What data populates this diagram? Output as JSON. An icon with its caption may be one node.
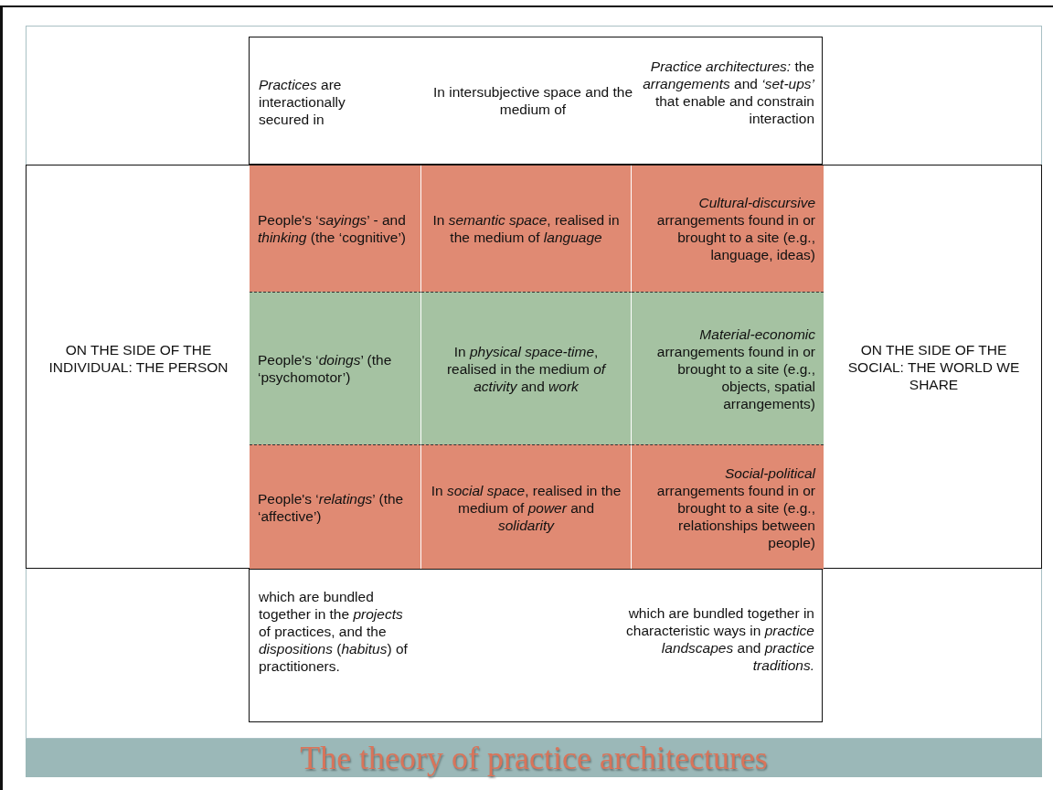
{
  "diagram": {
    "title": "The theory of practice architectures",
    "nodes": [
      {
        "text": [
          "*Practices* are interactionally secured in",
          "In intersubjective space and the medium of",
          "*Practice architectures:* the *arrangements* and *‘set-ups’* that enable and constrain interaction"
        ]
      },
      {
        "text": [
          "ON THE SIDE OF THE INDIVIDUAL: THE PERSON",
          "ON THE SIDE OF THE SOCIAL: THE WORLD WE SHARE"
        ]
      },
      {
        "text": [
          "People's ‘*sayings*’ - and *thinking* (the ‘cognitive’)"
        ],
        "in": 1
      },
      {
        "text": [
          "In *semantic space*, realised in the medium of *language*"
        ],
        "in": 1
      },
      {
        "text": [
          "*Cultural-discursive* arrangements found in or brought to a site (e.g., language, ideas)"
        ],
        "in": 1
      },
      {
        "text": [
          "People's ‘*doings*’ (the ‘psychomotor’)"
        ],
        "in": 1
      },
      {
        "text": [
          "In *physical space-time*, realised in the medium *of activity* and *work*"
        ],
        "in": 1
      },
      {
        "text": [
          "*Material-economic* arrangements found in or brought to a site (e.g., objects, spatial arrangements)"
        ],
        "in": 1
      },
      {
        "text": [
          "People's ‘*relatings*’ (the ‘affective’)"
        ],
        "in": 1
      },
      {
        "text": [
          "In *social space*, realised in the medium of *power* and *solidarity*"
        ],
        "in": 1
      },
      {
        "text": [
          "*Social-political* arrangements found in or brought to a site (e.g., relationships between people)"
        ],
        "in": 1
      },
      {
        "text": [
          "which are bundled together in the *projects* of practices, and the *dispositions* (*habitus*) of practitioners.",
          "which are bundled together in characteristic ways in *practice landscapes* and *practice traditions.*"
        ]
      }
    ]
  }
}
